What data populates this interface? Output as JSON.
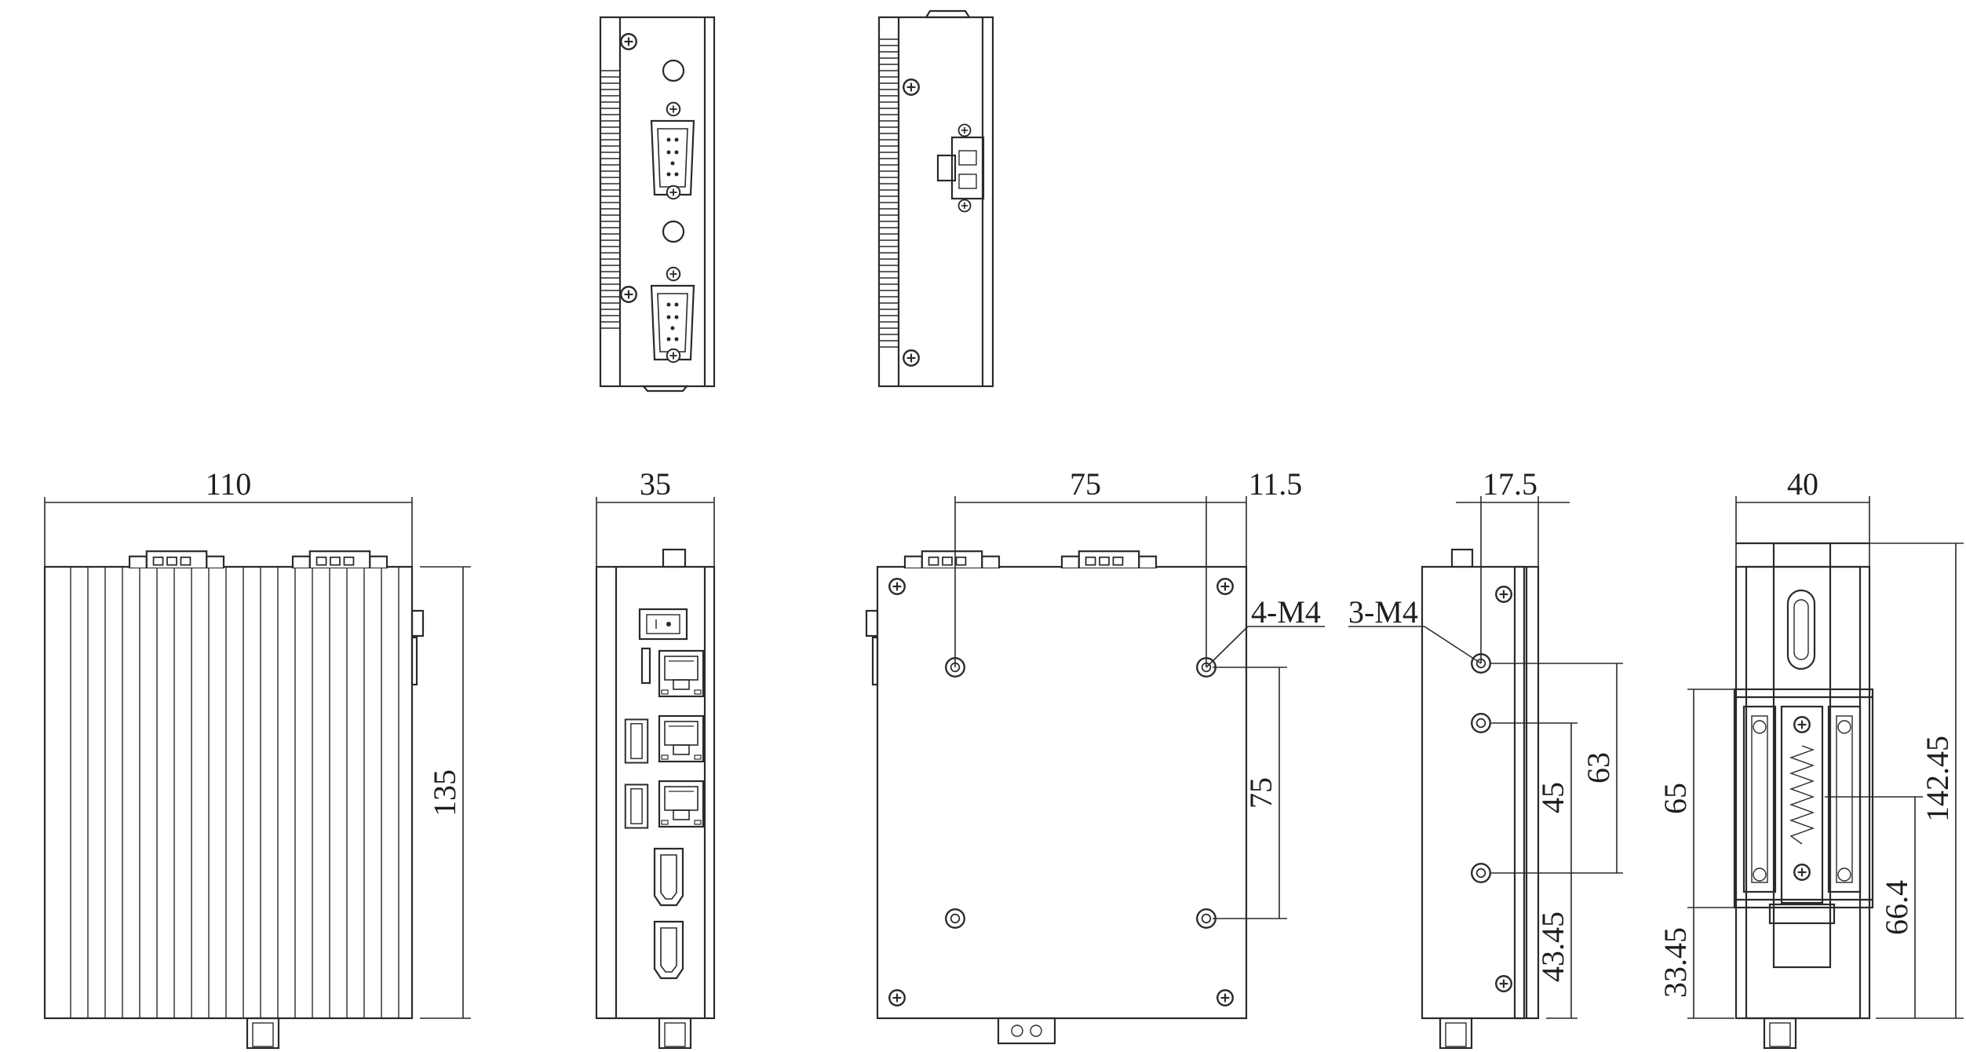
{
  "dimensions": {
    "front_width": "110",
    "front_height": "135",
    "side_depth": "35",
    "mount_pitch_x": "75",
    "mount_edge_offset_x": "11.5",
    "mount_pitch_y": "75",
    "mount_hole_label": "4-M4",
    "din_offset": "17.5",
    "din_hole_label": "3-M4",
    "din_pitch_upper": "45",
    "din_pitch_total": "63",
    "din_bottom_offset": "43.45",
    "clip_width": "40",
    "clip_total_height": "142.45",
    "clip_body_height": "65",
    "clip_bottom_offset": "33.45",
    "clip_spring_height": "66.4"
  },
  "colors": {
    "line": "#2a2a2a",
    "background": "#ffffff"
  }
}
